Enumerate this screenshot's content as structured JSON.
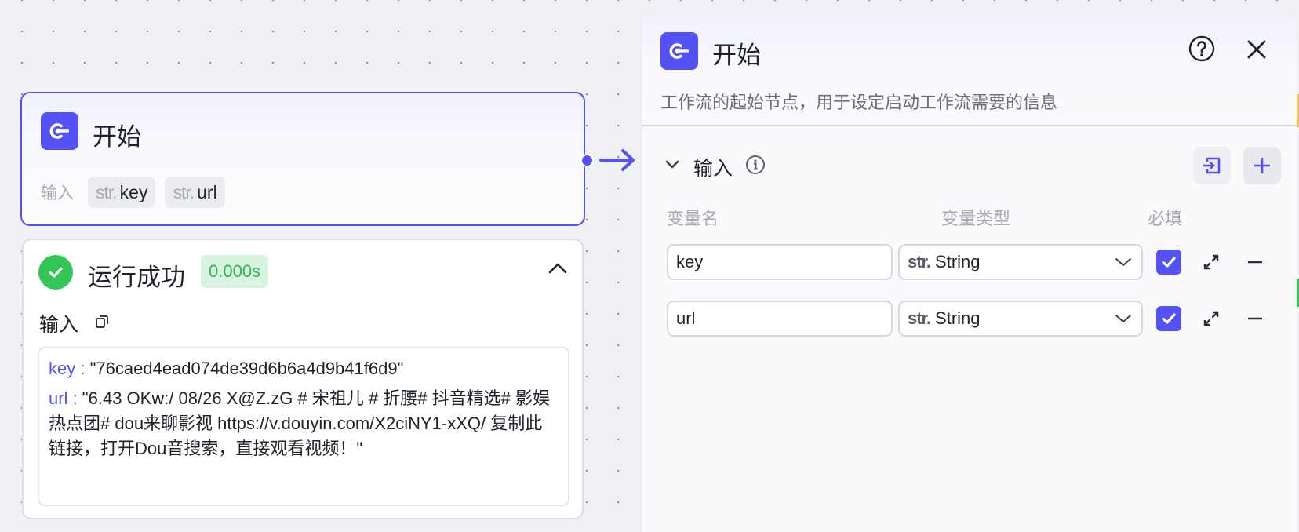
{
  "canvas": {
    "start_node": {
      "title": "开始",
      "icon": "start-node-icon",
      "inputs_label": "输入",
      "inputs": [
        {
          "type": "str.",
          "name": "key"
        },
        {
          "type": "str.",
          "name": "url"
        }
      ]
    },
    "run_result": {
      "status": "运行成功",
      "duration": "0.000s",
      "input_label": "输入",
      "values": [
        {
          "key": "key",
          "sep": " : ",
          "value": "\"76caed4ead074de39d6b6a4d9b41f6d9\""
        },
        {
          "key": "url",
          "sep": " : ",
          "value": "\"6.43 OKw:/ 08/26 X@Z.zG # 宋祖儿 # 折腰# 抖音精选# 影娱热点团# dou来聊影视 https://v.douyin.com/X2ciNY1-xXQ/ 复制此链接，打开Dou音搜索，直接观看视频！\""
        }
      ]
    }
  },
  "panel": {
    "title": "开始",
    "description": "工作流的起始节点，用于设定启动工作流需要的信息",
    "section": {
      "title": "输入",
      "columns": {
        "name": "变量名",
        "type": "变量类型",
        "required": "必填"
      },
      "variables": [
        {
          "name": "key",
          "type_prefix": "str.",
          "type_label": "String",
          "required": true
        },
        {
          "name": "url",
          "type_prefix": "str.",
          "type_label": "String",
          "required": true
        }
      ]
    }
  },
  "colors": {
    "accent": "#5452f6",
    "success": "#34c559",
    "success_bg": "#d8f3e0",
    "canvas_bg": "#f0f1f5"
  }
}
